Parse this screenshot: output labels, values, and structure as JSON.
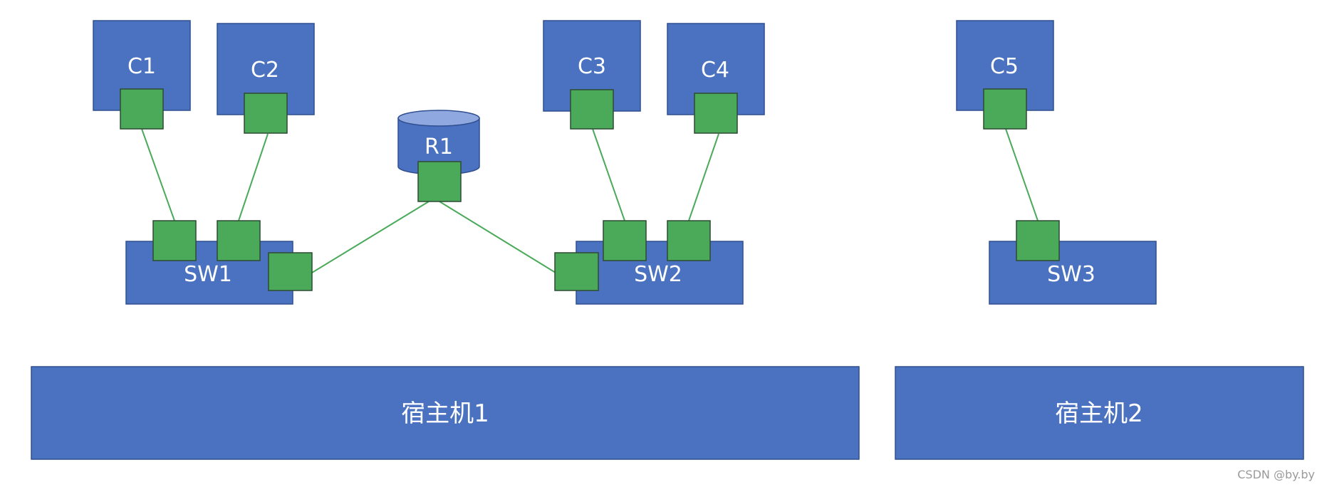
{
  "nodes": {
    "c1": "C1",
    "c2": "C2",
    "c3": "C3",
    "c4": "C4",
    "c5": "C5",
    "r1": "R1",
    "sw1": "SW1",
    "sw2": "SW2",
    "sw3": "SW3",
    "host1": "宿主机1",
    "host2": "宿主机2"
  },
  "watermark": "CSDN @by.by",
  "colors": {
    "node_fill": "#4a72c0",
    "port_fill": "#4aaa5a",
    "link": "#4aaa5a",
    "label": "#ffffff"
  }
}
